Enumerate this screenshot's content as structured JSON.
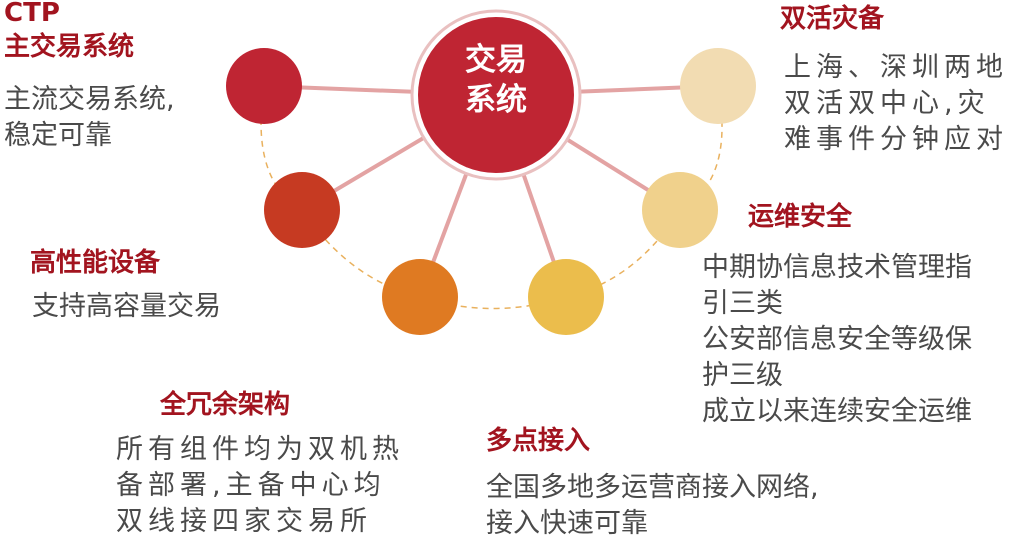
{
  "hub": {
    "line1": "交易",
    "line2": "系统",
    "color": "#bf2533"
  },
  "satellites": [
    {
      "id": "ctp",
      "color": "#bf2533",
      "title": [
        "CTP",
        "主交易系统"
      ],
      "desc": [
        "主流交易系统,",
        "稳定可靠"
      ]
    },
    {
      "id": "performance",
      "color": "#c63a22",
      "title": [
        "高性能设备"
      ],
      "desc": [
        "支持高容量交易"
      ]
    },
    {
      "id": "redundancy",
      "color": "#df7a22",
      "title": [
        "全冗余架构"
      ],
      "desc": [
        "所有组件均为双机热",
        "备部署,主备中心均",
        "双线接四家交易所"
      ]
    },
    {
      "id": "multi-access",
      "color": "#ebbd4c",
      "title": [
        "多点接入"
      ],
      "desc": [
        "全国多地多运营商接入网络,",
        "接入快速可靠"
      ]
    },
    {
      "id": "ops-security",
      "color": "#f0d18c",
      "title": [
        "运维安全"
      ],
      "desc": [
        "中期协信息技术管理指",
        "引三类",
        "公安部信息安全等级保",
        "护三级",
        "成立以来连续安全运维"
      ]
    },
    {
      "id": "dual-active",
      "color": "#f2dcb2",
      "title": [
        "双活灾备"
      ],
      "desc": [
        "上海、深圳两地",
        "双活双中心,灾",
        "难事件分钟应对"
      ]
    }
  ],
  "colors": {
    "spoke": "#e3a3a3",
    "dashed_arc": "#e9b15e",
    "title_text": "#a2141f",
    "body_text": "#4a4a4a"
  }
}
